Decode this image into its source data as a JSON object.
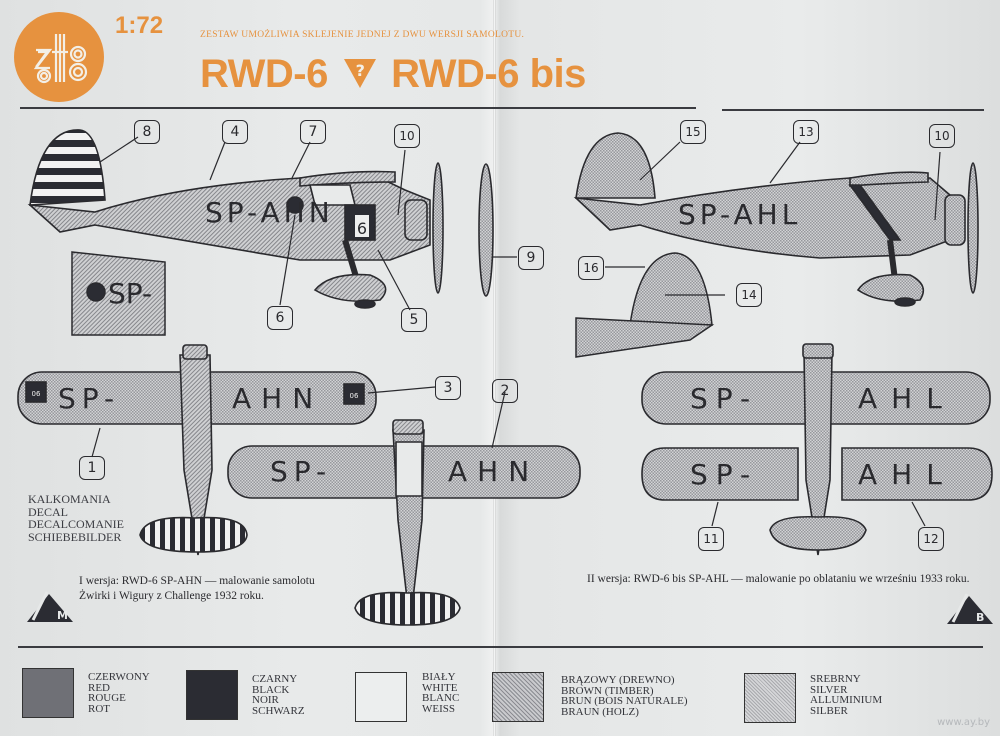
{
  "header": {
    "scale": "1:72",
    "subtitle": "ZESTAW UMOŻLIWIA SKLEJENIE JEDNEJ Z DWU WERSJI SAMOLOTU.",
    "title_left": "RWD-6",
    "title_symbol": "?",
    "title_right": "RWD-6 bis",
    "brand_color": "#e6923f",
    "logo_text": "zts"
  },
  "version1": {
    "registration": "SP-AHN",
    "registration_left": "SP-",
    "registration_right": "AHN",
    "race_number": "6",
    "wing_number": "06",
    "inset_text": "SP-",
    "caption_line1": "I wersja: RWD-6 SP-AHN — malowanie samolotu",
    "caption_line2": "Żwirki i Wigury z Challenge 1932 roku.",
    "badge": "M",
    "callouts": [
      "1",
      "2",
      "3",
      "4",
      "5",
      "6",
      "7",
      "8",
      "9",
      "10"
    ]
  },
  "version2": {
    "registration": "SP-AHL",
    "registration_left": "SP-",
    "registration_right": "AHL",
    "caption": "II wersja: RWD-6 bis SP-AHL — malowanie po oblataniu we wrześniu 1933 roku.",
    "badge": "B",
    "callouts": [
      "10",
      "11",
      "12",
      "13",
      "14",
      "15",
      "16"
    ]
  },
  "decal_label": [
    "KALKOMANIA",
    "DECAL",
    "DECALCOMANIE",
    "SCHIEBEBILDER"
  ],
  "legend": [
    {
      "name": "red",
      "lines": [
        "CZERWONY",
        "RED",
        "ROUGE",
        "ROT"
      ],
      "swatch": "#6f7076"
    },
    {
      "name": "black",
      "lines": [
        "CZARNY",
        "BLACK",
        "NOIR",
        "SCHWARZ"
      ],
      "swatch": "#2b2c33"
    },
    {
      "name": "white",
      "lines": [
        "BIAŁY",
        "WHITE",
        "BLANC",
        "WEISS"
      ],
      "swatch": "#e9ebeb"
    },
    {
      "name": "brown",
      "lines": [
        "BRĄZOWY (DREWNO)",
        "BROWN (TIMBER)",
        "BRUN (BOIS NATURALE)",
        "BRAUN (HOLZ)"
      ],
      "swatch": "hatch"
    },
    {
      "name": "silver",
      "lines": [
        "SREBRNY",
        "SILVER",
        "ALLUMINIUM",
        "SILBER"
      ],
      "swatch": "check"
    }
  ],
  "watermark": "www.ay.by"
}
